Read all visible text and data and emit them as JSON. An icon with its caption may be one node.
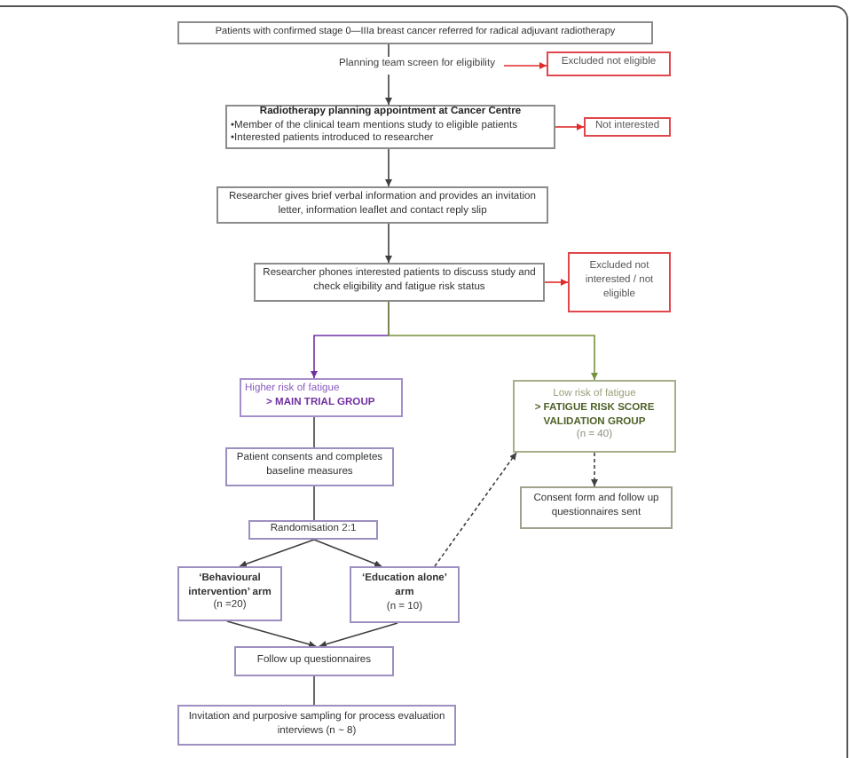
{
  "diagram": {
    "nodes": [
      {
        "text": [
          "Patients with confirmed stage 0—IIIa breast cancer referred for radical adjuvant radiotherapy"
        ]
      },
      {
        "text": [
          "Planning team screen for eligibility"
        ]
      },
      {
        "text": [
          "Excluded not eligible"
        ]
      },
      {
        "text": [
          "Radiotherapy planning appointment at Cancer Centre",
          "•Member of the clinical team mentions study to eligible patients",
          "•Interested patients introduced to researcher"
        ]
      },
      {
        "text": [
          "Not interested"
        ]
      },
      {
        "text": [
          "Researcher gives brief verbal information and provides an invitation letter, information leaflet and contact reply slip"
        ]
      },
      {
        "text": [
          "Researcher phones interested patients to discuss study and check eligibility and fatigue risk status"
        ]
      },
      {
        "text": [
          "Excluded not interested / not eligible"
        ]
      },
      {
        "text": [
          "Higher risk of fatigue",
          "> MAIN TRIAL GROUP"
        ]
      },
      {
        "text": [
          "Low risk of fatigue",
          "> FATIGUE RISK SCORE VALIDATION GROUP",
          "(n = 40)"
        ]
      },
      {
        "text": [
          "Patient consents and completes baseline measures"
        ]
      },
      {
        "text": [
          "Consent form and follow up questionnaires sent"
        ]
      },
      {
        "text": [
          "Randomisation 2:1"
        ]
      },
      {
        "text": [
          "‘Behavioural intervention’ arm",
          "(n =20)"
        ]
      },
      {
        "text": [
          "‘Education alone’ arm",
          "(n = 10)"
        ]
      },
      {
        "text": [
          "Follow up questionnaires"
        ]
      },
      {
        "text": [
          "Invitation and purposive sampling for process evaluation interviews (n ~ 8)"
        ]
      }
    ],
    "edges": [
      {
        "from": 0,
        "to": 1,
        "arrow": "none"
      },
      {
        "from": 1,
        "to": 3,
        "arrow": "to"
      },
      {
        "from": 1,
        "to": 2,
        "arrow": "to",
        "color": "#e02b2b"
      },
      {
        "from": 3,
        "to": 4,
        "arrow": "to",
        "color": "#e02b2b"
      },
      {
        "from": 3,
        "to": 5,
        "arrow": "to"
      },
      {
        "from": 5,
        "to": 6,
        "arrow": "to"
      },
      {
        "from": 6,
        "to": 7,
        "arrow": "to",
        "color": "#e02b2b"
      },
      {
        "from": 6,
        "to": 8,
        "arrow": "to",
        "color": "#7030a0"
      },
      {
        "from": 6,
        "to": 9,
        "arrow": "to",
        "color": "#76923c"
      },
      {
        "from": 8,
        "to": 10,
        "arrow": "none"
      },
      {
        "from": 9,
        "to": 11,
        "arrow": "to",
        "style": "dashed"
      },
      {
        "from": 10,
        "to": 12,
        "arrow": "none"
      },
      {
        "from": 12,
        "to": 13,
        "arrow": "to"
      },
      {
        "from": 12,
        "to": 14,
        "arrow": "to"
      },
      {
        "from": 14,
        "to": 9,
        "arrow": "to",
        "style": "dashed"
      },
      {
        "from": 13,
        "to": 15,
        "arrow": "to"
      },
      {
        "from": 14,
        "to": 15,
        "arrow": "to"
      },
      {
        "from": 15,
        "to": 16,
        "arrow": "none"
      }
    ]
  }
}
